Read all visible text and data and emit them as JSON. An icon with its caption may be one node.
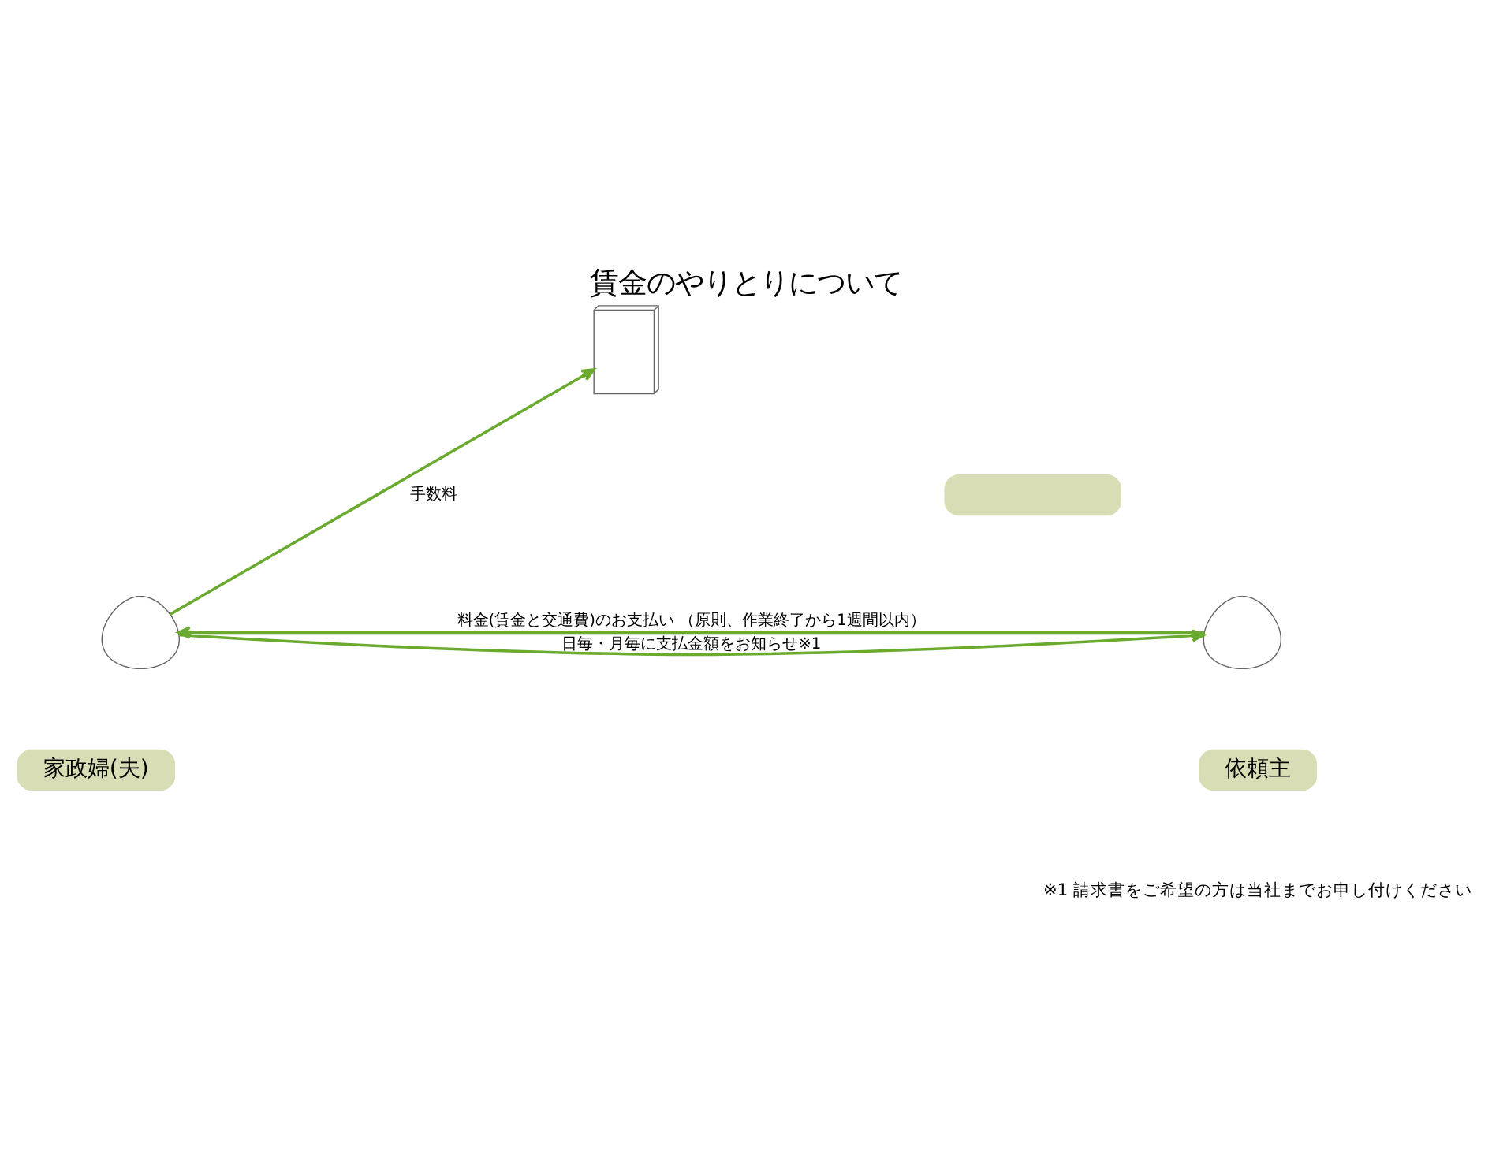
{
  "diagram": {
    "title": "賃金のやりとりについて",
    "nodes": [
      {
        "text": [],
        "shape": "building"
      },
      {
        "text": [],
        "shape": "box"
      },
      {
        "text": [],
        "shape": "person"
      },
      {
        "text": [
          "家政婦(夫)"
        ]
      },
      {
        "text": [],
        "shape": "person"
      },
      {
        "text": [
          "依頼主"
        ]
      }
    ],
    "edges": [
      {
        "from": 2,
        "to": 0,
        "arrow": "to",
        "label": "手数料"
      },
      {
        "from": 2,
        "to": 4,
        "arrow": "to",
        "label": "日毎・月毎に支払金額をお知らせ※1"
      },
      {
        "from": 4,
        "to": 2,
        "arrow": "to",
        "label": "料金(賃金と交通費)のお支払い （原則、作業終了から1週間以内）"
      }
    ],
    "labels": [
      "※1 請求書をご希望の方は当社までお申し付けください"
    ]
  }
}
